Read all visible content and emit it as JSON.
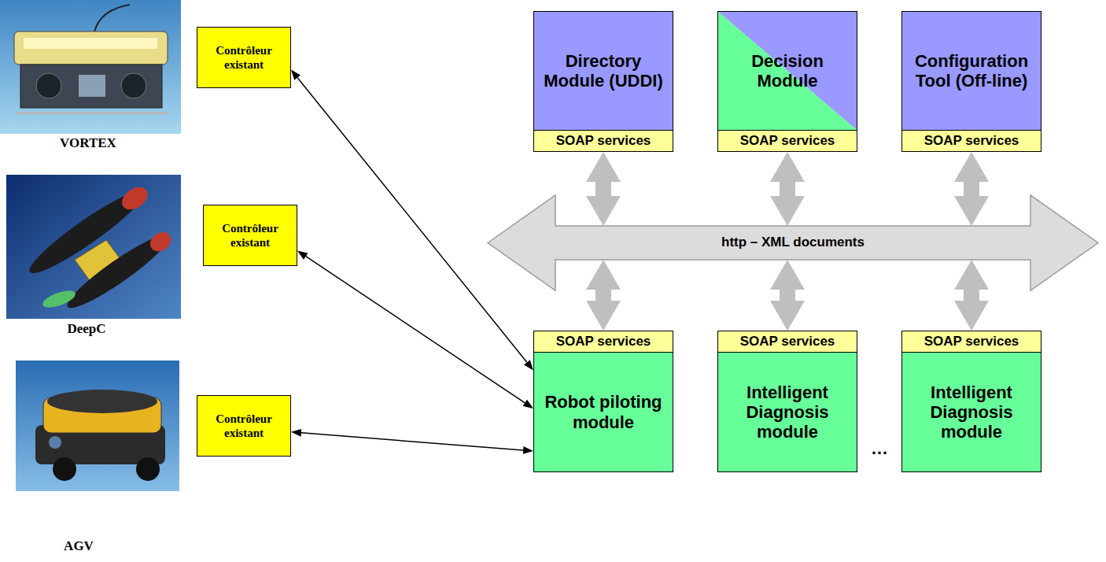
{
  "diagram": {
    "nodes": [
      {
        "text": [
          "Directory Module (UDDI)",
          "SOAP services"
        ]
      },
      {
        "text": [
          "Decision Module",
          "SOAP services"
        ]
      },
      {
        "text": [
          "Configuration Tool (Off-line)",
          "SOAP services"
        ]
      },
      {
        "text": [
          "Contrôleur existant"
        ]
      },
      {
        "text": [
          "http – XML documents"
        ]
      },
      {
        "text": [
          "Contrôleur existant"
        ]
      },
      {
        "text": [
          "SOAP services",
          "Robot piloting module"
        ]
      },
      {
        "text": [
          "SOAP services",
          "Intelligent Diagnosis module"
        ]
      },
      {
        "text": [
          "SOAP services",
          "Intelligent Diagnosis module"
        ]
      },
      {
        "text": [
          "Contrôleur existant"
        ]
      }
    ],
    "edges": [
      {
        "from": 0,
        "to": 4,
        "arrow": "both"
      },
      {
        "from": 1,
        "to": 4,
        "arrow": "both"
      },
      {
        "from": 2,
        "to": 4,
        "arrow": "both"
      },
      {
        "from": 4,
        "to": 6,
        "arrow": "both"
      },
      {
        "from": 4,
        "to": 7,
        "arrow": "both"
      },
      {
        "from": 4,
        "to": 8,
        "arrow": "both"
      },
      {
        "from": 3,
        "to": 6,
        "arrow": "both"
      },
      {
        "from": 5,
        "to": 6,
        "arrow": "both"
      },
      {
        "from": 9,
        "to": 6,
        "arrow": "both"
      }
    ],
    "labels": [
      "VORTEX",
      "DeepC",
      "AGV",
      "…"
    ]
  }
}
